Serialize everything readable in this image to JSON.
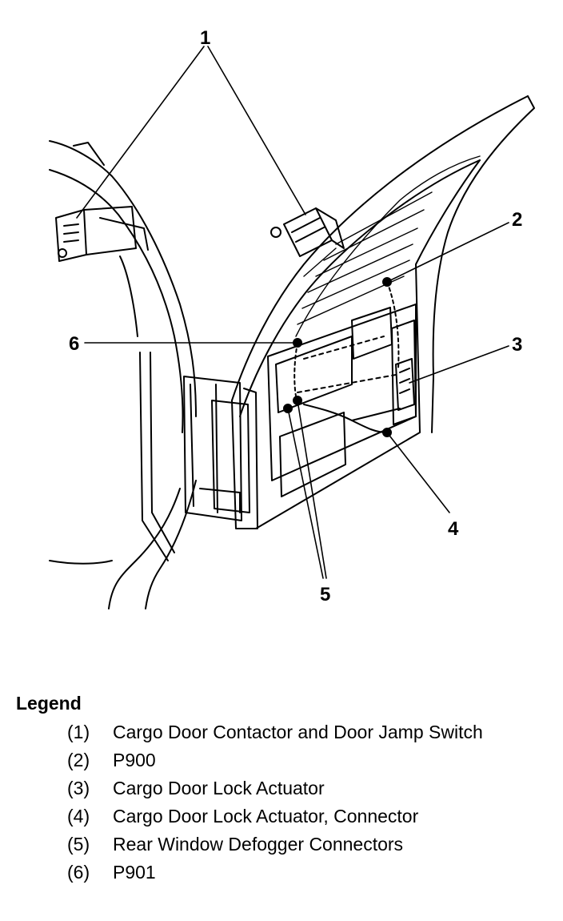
{
  "callouts": {
    "c1": "1",
    "c2": "2",
    "c3": "3",
    "c4": "4",
    "c5": "5",
    "c6": "6"
  },
  "legend": {
    "title": "Legend",
    "items": [
      {
        "num": "(1)",
        "text": "Cargo Door Contactor and Door Jamp Switch"
      },
      {
        "num": "(2)",
        "text": "P900"
      },
      {
        "num": "(3)",
        "text": "Cargo Door Lock Actuator"
      },
      {
        "num": "(4)",
        "text": "Cargo Door Lock Actuator, Connector"
      },
      {
        "num": "(5)",
        "text": "Rear Window Defogger Connectors"
      },
      {
        "num": "(6)",
        "text": "P901"
      }
    ]
  }
}
